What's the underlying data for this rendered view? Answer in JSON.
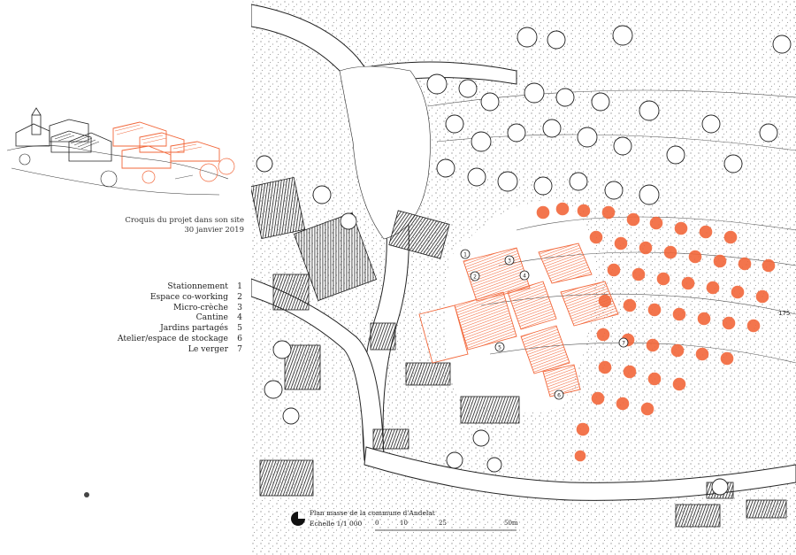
{
  "sketch": {
    "caption_line1": "Croquis du projet dans son site",
    "caption_line2": "30 janvier 2019"
  },
  "legend": [
    {
      "label": "Stationnement",
      "num": "1"
    },
    {
      "label": "Espace co-working",
      "num": "2"
    },
    {
      "label": "Micro-crèche",
      "num": "3"
    },
    {
      "label": "Cantine",
      "num": "4"
    },
    {
      "label": "Jardins partagés",
      "num": "5"
    },
    {
      "label": "Atelier/espace de stockage",
      "num": "6"
    },
    {
      "label": "Le verger",
      "num": "7"
    }
  ],
  "map": {
    "elevation_label": "175",
    "plan_title": "Plan masse de la commune d'Andelat",
    "scale_label": "Echelle 1/1 000",
    "scale_ticks": [
      "0",
      "10",
      "25",
      "50m"
    ],
    "numbers": [
      "1",
      "2",
      "3",
      "4",
      "5",
      "6",
      "7"
    ]
  },
  "colors": {
    "accent": "#f2673a",
    "ink": "#1e1e1e"
  }
}
